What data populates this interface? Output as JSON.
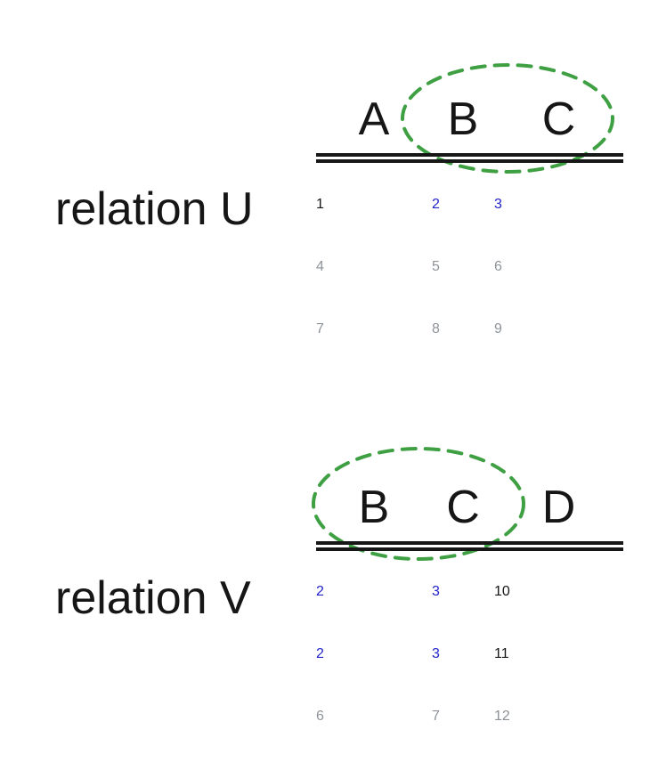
{
  "colors": {
    "ink": "#161616",
    "blue": "#2222cc",
    "gray": "#8e939a",
    "green": "#3fa043"
  },
  "relations": [
    {
      "label": "relation U",
      "columns": [
        "A",
        "B",
        "C"
      ],
      "circled_columns": [
        "B",
        "C"
      ],
      "rows": [
        [
          {
            "v": "1",
            "c": "black"
          },
          {
            "v": "2",
            "c": "blue"
          },
          {
            "v": "3",
            "c": "blue"
          }
        ],
        [
          {
            "v": "4",
            "c": "gray"
          },
          {
            "v": "5",
            "c": "gray"
          },
          {
            "v": "6",
            "c": "gray"
          }
        ],
        [
          {
            "v": "7",
            "c": "gray"
          },
          {
            "v": "8",
            "c": "gray"
          },
          {
            "v": "9",
            "c": "gray"
          }
        ]
      ]
    },
    {
      "label": "relation V",
      "columns": [
        "B",
        "C",
        "D"
      ],
      "circled_columns": [
        "B",
        "C"
      ],
      "rows": [
        [
          {
            "v": "2",
            "c": "blue"
          },
          {
            "v": "3",
            "c": "blue"
          },
          {
            "v": "10",
            "c": "black"
          }
        ],
        [
          {
            "v": "2",
            "c": "blue"
          },
          {
            "v": "3",
            "c": "blue"
          },
          {
            "v": "11",
            "c": "black"
          }
        ],
        [
          {
            "v": "6",
            "c": "gray"
          },
          {
            "v": "7",
            "c": "gray"
          },
          {
            "v": "12",
            "c": "gray"
          }
        ]
      ]
    }
  ]
}
